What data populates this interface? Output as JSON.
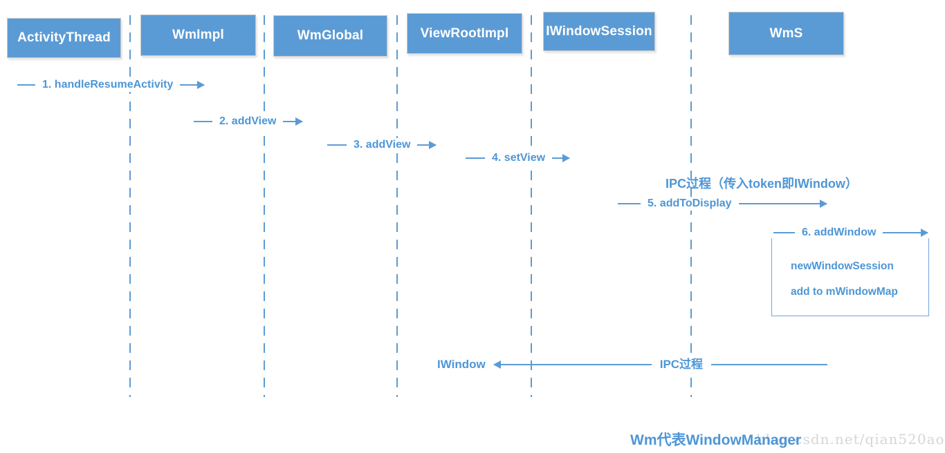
{
  "diagram": {
    "participants": [
      {
        "label": "ActivityThread"
      },
      {
        "label": "WmImpl"
      },
      {
        "label": "WmGlobal"
      },
      {
        "label": "ViewRootImpl"
      },
      {
        "label": "IWindowSession"
      },
      {
        "label": "WmS"
      }
    ],
    "messages": [
      {
        "label": "1. handleResumeActivity"
      },
      {
        "label": "2. addView"
      },
      {
        "label": "3. addView"
      },
      {
        "label": "4. setView"
      },
      {
        "label": "5. addToDisplay"
      },
      {
        "label": "6. addWindow"
      }
    ],
    "ipc_note": "IPC过程（传入token即IWindow）",
    "note_box": {
      "lines": [
        "newWindowSession",
        "add to mWindowMap"
      ]
    },
    "return_message": {
      "target_label": "IWindow",
      "label": "IPC过程"
    },
    "caption": "Wm代表WindowManager",
    "watermark": "blog.csdn.net/qian520ao",
    "colors": {
      "box_fill": "#5b9bd5",
      "label_text": "#4d96d6",
      "box_text": "#ffffff",
      "watermark_text": "#d6d6d6"
    }
  }
}
